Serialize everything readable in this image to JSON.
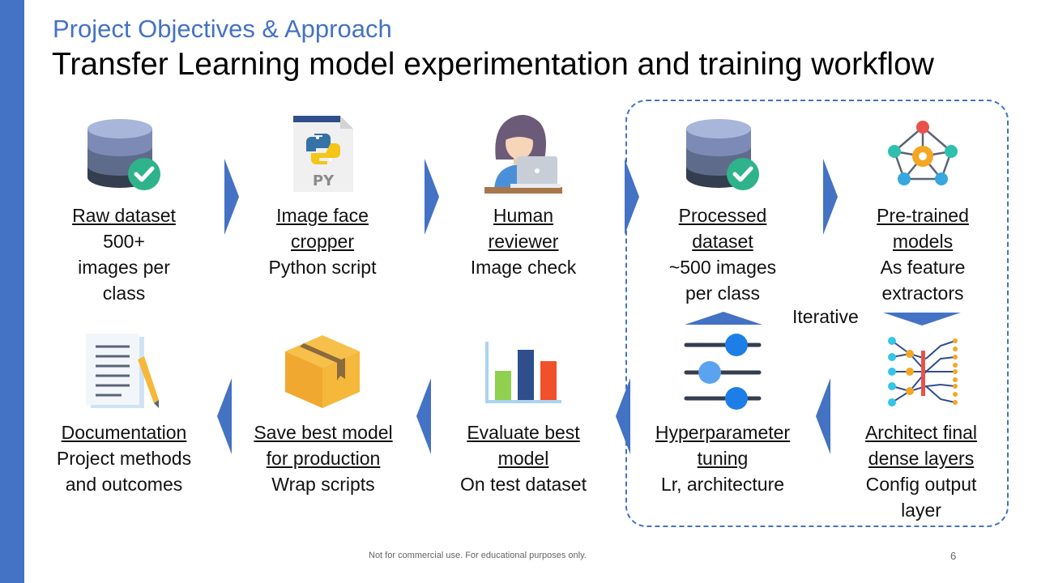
{
  "header": {
    "subtitle": "Project Objectives & Approach",
    "title": "Transfer Learning model experimentation and training workflow"
  },
  "colors": {
    "accent": "#4472c4"
  },
  "steps": [
    {
      "name": "Raw dataset",
      "desc": "500+ images per class",
      "icon": "database-check-icon"
    },
    {
      "name": "Image face cropper",
      "desc": "Python script",
      "icon": "python-file-icon"
    },
    {
      "name": "Human reviewer",
      "desc": "Image check",
      "icon": "person-laptop-icon"
    },
    {
      "name": "Processed dataset",
      "desc": "~500 images per class",
      "icon": "database-check-icon"
    },
    {
      "name": "Pre-trained models",
      "desc": "As feature extractors",
      "icon": "network-icon"
    },
    {
      "name": "Architect final dense layers",
      "desc": "Config output layer",
      "icon": "neural-layers-icon"
    },
    {
      "name": "Hyperparameter tuning",
      "desc": "Lr, architecture",
      "icon": "sliders-icon"
    },
    {
      "name": "Evaluate best model",
      "desc": "On test dataset",
      "icon": "bar-chart-icon"
    },
    {
      "name": "Save best model for production",
      "desc": "Wrap scripts",
      "icon": "package-box-icon"
    },
    {
      "name": "Documentation",
      "desc": "Project methods and outcomes",
      "icon": "document-pencil-icon"
    }
  ],
  "loop_label": "Iterative",
  "footer": {
    "note": "Not for commercial use. For educational purposes only.",
    "page": "6"
  }
}
